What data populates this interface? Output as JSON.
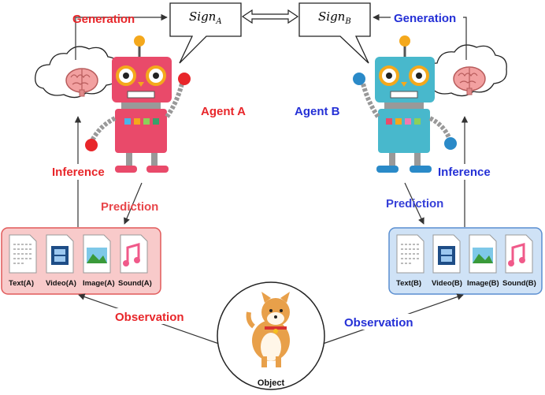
{
  "signs": {
    "a_main": "Sign",
    "a_sub": "A",
    "b_main": "Sign",
    "b_sub": "B"
  },
  "agent_a": {
    "name": "Agent A",
    "generation": "Generation",
    "inference": "Inference",
    "prediction": "Prediction",
    "observation": "Observation",
    "modalities": [
      "Text(A)",
      "Video(A)",
      "Image(A)",
      "Sound(A)"
    ],
    "color": "#e8262a"
  },
  "agent_b": {
    "name": "Agent B",
    "generation": "Generation",
    "inference": "Inference",
    "prediction": "Prediction",
    "observation": "Observation",
    "modalities": [
      "Text(B)",
      "Video(B)",
      "Image(B)",
      "Sound(B)"
    ],
    "color": "#2430d6"
  },
  "object": {
    "label": "Object"
  }
}
